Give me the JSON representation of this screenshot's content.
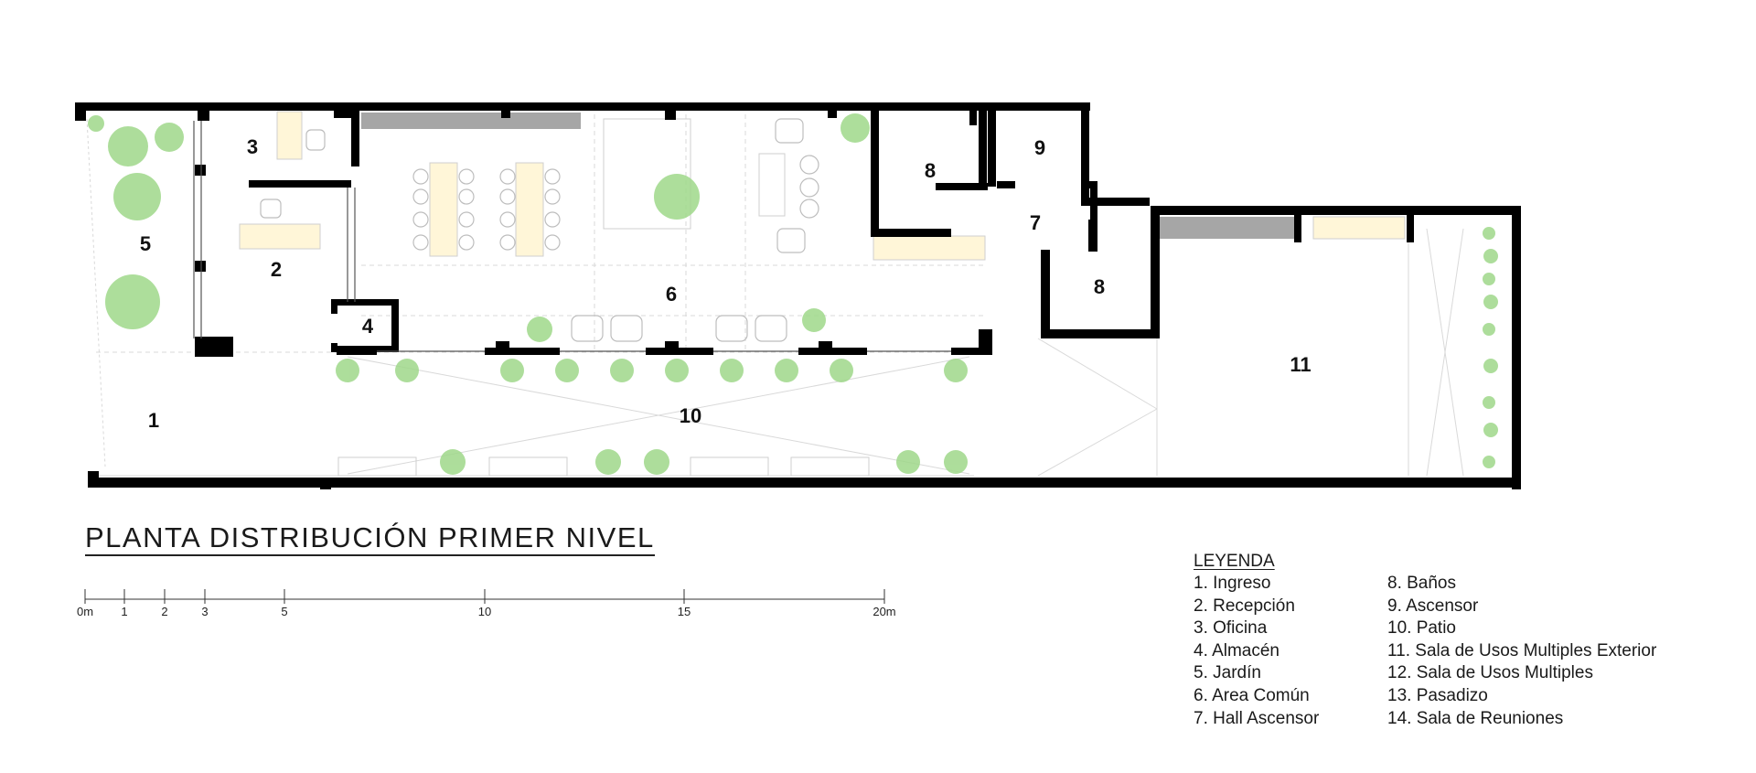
{
  "plan": {
    "rooms": [
      {
        "label": "1"
      },
      {
        "label": "2"
      },
      {
        "label": "3"
      },
      {
        "label": "4"
      },
      {
        "label": "5"
      },
      {
        "label": "6"
      },
      {
        "label": "7"
      },
      {
        "label": "8"
      },
      {
        "label": "8"
      },
      {
        "label": "9"
      },
      {
        "label": "10"
      },
      {
        "label": "11"
      }
    ],
    "wall_color": "#000000",
    "plant_color": "#9fd88a",
    "furniture_color": "#fff6d8",
    "glazing_color": "#a6a6a6"
  },
  "title": "PLANTA DISTRIBUCIÓN PRIMER NIVEL",
  "scale": {
    "ticks": [
      "0m",
      "1",
      "2",
      "3",
      "5",
      "10",
      "15",
      "20m"
    ]
  },
  "legend": {
    "title": "LEYENDA",
    "col1": [
      "1. Ingreso",
      "2. Recepción",
      "3. Oficina",
      "4. Almacén",
      "5. Jardín",
      "6. Area Común",
      "7. Hall Ascensor"
    ],
    "col2": [
      "8. Baños",
      "9. Ascensor",
      "10. Patio",
      "11. Sala de Usos Multiples Exterior",
      "12. Sala de Usos Multiples",
      "13. Pasadizo",
      "14. Sala de Reuniones"
    ]
  }
}
